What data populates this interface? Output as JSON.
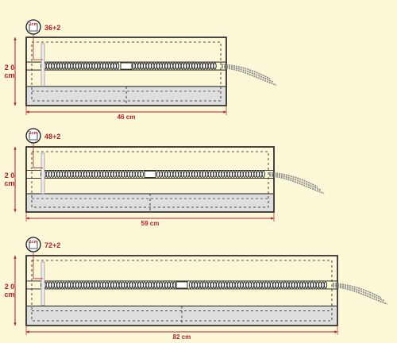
{
  "colors": {
    "background": "#fcf7d6",
    "dimension_red": "#b01e2a",
    "outline": "#1a1a1a",
    "lower_band": "#dedede",
    "cord_gray": "#8c8c8c"
  },
  "icon": "stitch-gauge-icon",
  "panels": [
    {
      "count_label": "36+2",
      "gauge_label": "1cm",
      "height_label_top": "2 0",
      "height_label_bottom": "cm",
      "width_label": "46 cm"
    },
    {
      "count_label": "48+2",
      "gauge_label": "1cm",
      "height_label_top": "2 0",
      "height_label_bottom": "cm",
      "width_label": "59 cm"
    },
    {
      "count_label": "72+2",
      "gauge_label": "1cm",
      "height_label_top": "2 0",
      "height_label_bottom": "cm",
      "width_label": "82 cm"
    }
  ]
}
